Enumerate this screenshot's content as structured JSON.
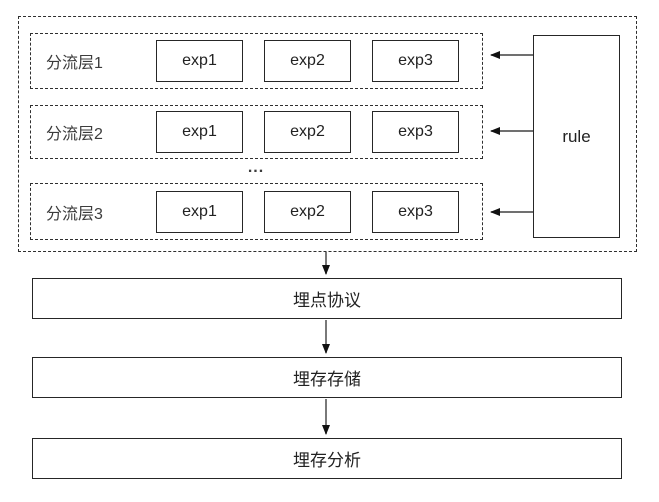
{
  "diagram": {
    "colors": {
      "background": "#ffffff",
      "line": "#2f2f2f",
      "arrow": "#404040",
      "text": "#2b2b2b"
    },
    "layers": [
      {
        "label": "分流层1",
        "experiments": [
          "exp1",
          "exp2",
          "exp3"
        ]
      },
      {
        "label": "分流层2",
        "experiments": [
          "exp1",
          "exp2",
          "exp3"
        ]
      },
      {
        "label": "分流层3",
        "experiments": [
          "exp1",
          "exp2",
          "exp3"
        ]
      }
    ],
    "ellipsis": "...",
    "rule_label": "rule",
    "pipeline": [
      {
        "label": "埋点协议"
      },
      {
        "label": "埋存存储"
      },
      {
        "label": "埋存分析"
      }
    ]
  }
}
